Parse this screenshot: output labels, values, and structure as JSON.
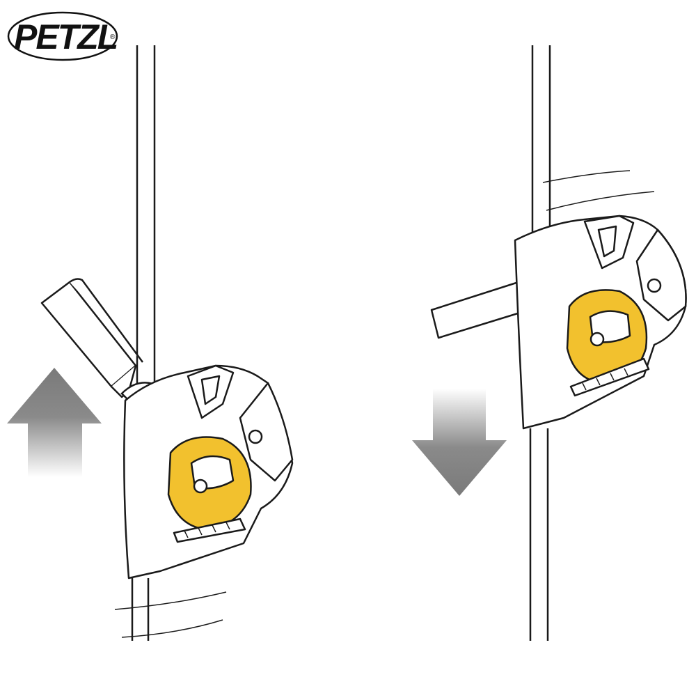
{
  "brand": {
    "name": "PETZL",
    "registered_mark": "®"
  },
  "colors": {
    "outline": "#1a1a1a",
    "cam_yellow": "#f2c12e",
    "cam_shadow": "#d9a81c",
    "arrow_gray": "#7d7d7d",
    "background": "#ffffff"
  },
  "icons": {
    "up_arrow": "arrow-up-icon",
    "down_arrow": "arrow-down-icon",
    "rope_clamp_left": "rope-clamp-device-icon",
    "rope_clamp_right": "rope-clamp-device-icon"
  },
  "diagram": {
    "panels": [
      {
        "id": "left",
        "motion": "up"
      },
      {
        "id": "right",
        "motion": "down"
      }
    ]
  }
}
